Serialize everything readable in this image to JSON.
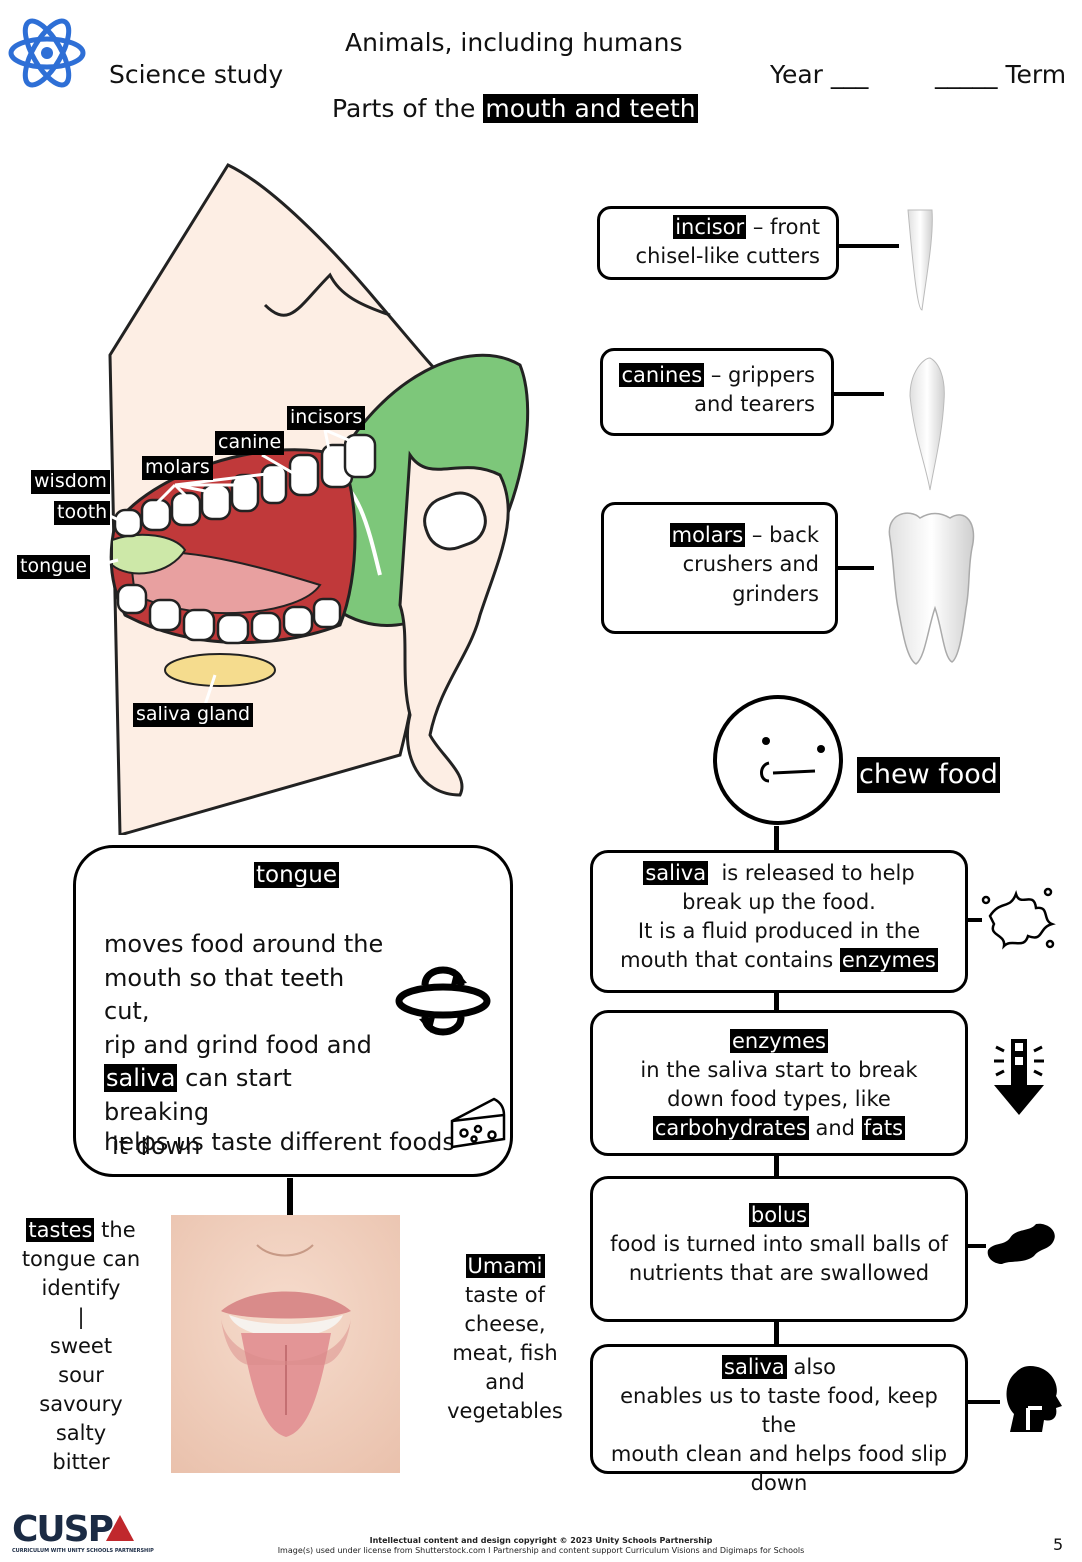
{
  "header": {
    "science": "Science study",
    "topic": "Animals, including humans",
    "subtitle_prefix": "Parts of the",
    "subtitle_highlight": "mouth and teeth",
    "year": "Year ___",
    "term": "_____ Term"
  },
  "diagram_labels": {
    "incisors": "incisors",
    "canine": "canine",
    "molars": "molars",
    "wisdom": "wisdom",
    "tooth": "tooth",
    "tongue": "tongue",
    "saliva_gland": "saliva gland"
  },
  "teeth": [
    {
      "term": "incisor",
      "line1": "– front",
      "line2": "chisel-like cutters"
    },
    {
      "term": "canines",
      "line1": "– grippers",
      "line2": "and tearers"
    },
    {
      "term": "molars",
      "line1": "– back",
      "line2": "crushers and",
      "line3": "grinders"
    }
  ],
  "chew": "chew food",
  "flow": {
    "saliva": {
      "term": "saliva",
      "rest1": "is released to help",
      "line2": "break up the food.",
      "line3": "It is a fluid produced in the",
      "line4_prefix": "mouth that contains",
      "line4_hl": "enzymes"
    },
    "enzymes": {
      "term": "enzymes",
      "line2": "in the saliva start to break",
      "line3": "down food types, like",
      "hl1": "carbohydrates",
      "and": "and",
      "hl2": "fats"
    },
    "bolus": {
      "term": "bolus",
      "line2": "food is turned into small balls of",
      "line3": "nutrients that are swallowed"
    },
    "saliva2": {
      "term": "saliva",
      "rest1": "also",
      "line2": "enables us to taste food, keep the",
      "line3": "mouth clean and helps food slip",
      "line4": "down"
    }
  },
  "tongue_box": {
    "title": "tongue",
    "l1": "moves food around the",
    "l2": "mouth so that teeth cut,",
    "l3": "rip and grind food and",
    "l4_hl": "saliva",
    "l4_rest": "can start breaking",
    "l5": "it down",
    "taste": "helps us taste different  foods"
  },
  "tastes": {
    "hl": "tastes",
    "rest": "the",
    "l2": "tongue can",
    "l3": "identify",
    "bar": "|",
    "items": [
      "sweet",
      "sour",
      "savoury",
      "salty",
      "bitter"
    ]
  },
  "umami": {
    "hl": "Umami",
    "l2": "taste of",
    "l3": "cheese,",
    "l4": "meat, fish",
    "l5": "and",
    "l6": "vegetables"
  },
  "footer": {
    "logo": "CUSP",
    "logo_sub": "CURRICULUM WITH UNITY SCHOOLS PARTNERSHIP",
    "copyright1": "Intellectual content and design copyright © 2023 Unity Schools Partnership",
    "copyright2": "Image(s) used under license from Shutterstock.com  I Partnership and content support Curriculum Visions and Digimaps for Schools",
    "page": "5"
  },
  "colors": {
    "highlight": "#000000",
    "apple": "#7dc77a",
    "gum": "#e8a0a0",
    "logo_navy": "#1b2b44",
    "logo_red": "#c0282d"
  }
}
